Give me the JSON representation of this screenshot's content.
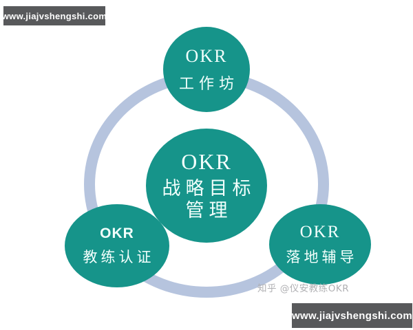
{
  "watermarks": {
    "top_left": "www.jiajvshengshi.com",
    "bottom_right": "www.jiajvshengshi.com",
    "credit": "知乎 @仪安教练OKR"
  },
  "diagram": {
    "center_circle": {
      "line1": "OKR",
      "line2": "战略目标",
      "line3": "管理"
    },
    "top_circle": {
      "line1": "OKR",
      "line2": "工作坊"
    },
    "bottom_left_circle": {
      "line1": "OKR",
      "line2": "教练认证"
    },
    "bottom_right_circle": {
      "line1": "OKR",
      "line2": "落地辅导"
    },
    "colors": {
      "circle_fill": "#16948A",
      "circle_text": "#F2FFFC",
      "ring": "#B6C4DE",
      "watermark_bar": "#58595B",
      "watermark_text": "#FFFFFF",
      "credit_text": "#B0B0B3",
      "background": "#FFFFFF"
    }
  }
}
